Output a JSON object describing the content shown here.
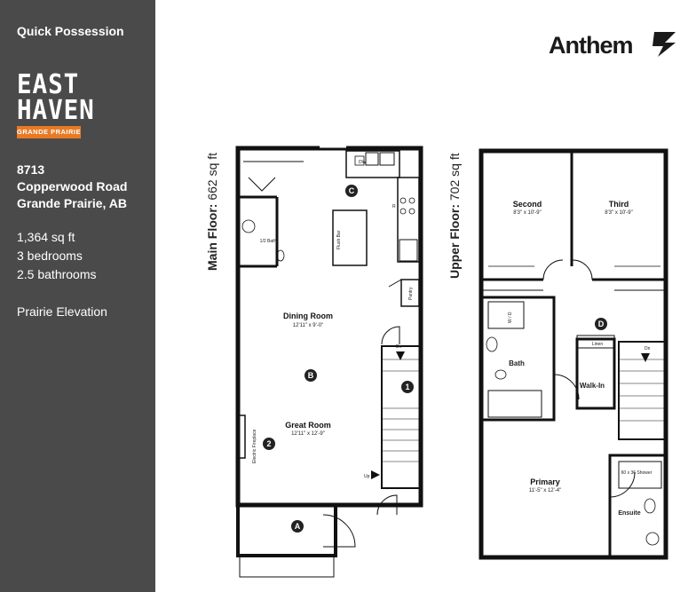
{
  "sidebar": {
    "title": "Quick Possession",
    "logo_line1": "EAST",
    "logo_line2": "HAVEN",
    "logo_badge": "GRANDE PRAIRIE",
    "address_line1": "8713",
    "address_line2": "Copperwood Road",
    "address_line3": "Grande Prairie, AB",
    "sqft": "1,364 sq ft",
    "bedrooms": "3 bedrooms",
    "bathrooms": "2.5 bathrooms",
    "elevation": "Prairie Elevation"
  },
  "brand": {
    "name": "Anthem"
  },
  "colors": {
    "sidebar_bg": "#4a4a4a",
    "badge_orange": "#e77a25",
    "wall": "#111111"
  },
  "main_floor": {
    "label_bold": "Main Floor:",
    "label_area": "662 sq ft",
    "rooms": {
      "dining_name": "Dining Room",
      "dining_dim": "12'11\" x 9'-0\"",
      "great_name": "Great Room",
      "great_dim": "12'11\" x 12'-9\"",
      "half_bath": "1/2 Bath",
      "flush_bar": "Flush Bar",
      "pantry": "Pantry",
      "fireplace": "Electric Fireplace",
      "dw": "DW",
      "range": "R",
      "dn": "Dn",
      "up": "Up"
    },
    "badges": {
      "c": "C",
      "b": "B",
      "a": "A",
      "one": "1",
      "two": "2"
    }
  },
  "upper_floor": {
    "label_bold": "Upper Floor:",
    "label_area": "702 sq ft",
    "rooms": {
      "second_name": "Second",
      "second_dim": "8'3\" x 10'-9\"",
      "third_name": "Third",
      "third_dim": "8'3\" x 10'-9\"",
      "primary_name": "Primary",
      "primary_dim": "11'-5\" x 12'-4\"",
      "bath": "Bath",
      "walkin": "Walk-In",
      "ensuite": "Ensuite",
      "shower": "60 x 36 Shower",
      "linen": "Linen",
      "wd": "W / D",
      "dn": "Dn"
    },
    "badges": {
      "d": "D"
    }
  }
}
